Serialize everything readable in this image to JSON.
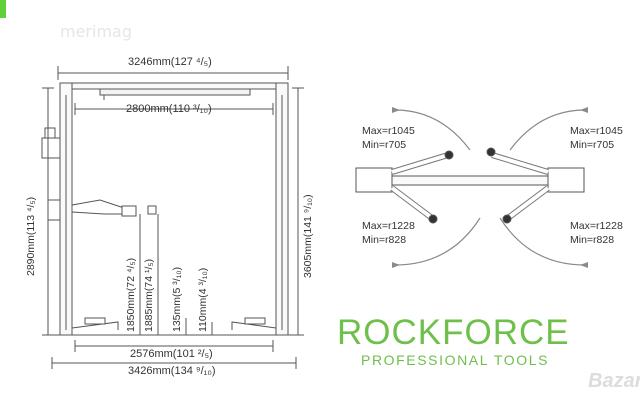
{
  "watermark": {
    "site": "merimag",
    "marketplace": "Bazar"
  },
  "colors": {
    "accent_green": "#6fc04a",
    "line": "#555555",
    "arrow": "#8a8a8a"
  },
  "dimensions": {
    "top_width": "3246mm(127 ⁴/₅)",
    "inner_width": "2800mm(110 ³/₁₀)",
    "left_height": "2890mm(113 ⁴/₅)",
    "right_height": "3605mm(141 ⁹/₁₀)",
    "lift_height_1": "1850mm(72 ⁴/₅)",
    "lift_height_2": "1885mm(74 ¹/₅)",
    "pad_height_1": "135mm(5 ³/₁₀)",
    "pad_height_2": "110mm(4 ³/₁₀)",
    "base_inner": "2576mm(101 ²/₅)",
    "base_outer": "3426mm(134 ⁹/₁₀)"
  },
  "arm_reach": {
    "top_left": {
      "max": "Max=r1045",
      "min": "Min=r705"
    },
    "top_right": {
      "max": "Max=r1045",
      "min": "Min=r705"
    },
    "bottom_left": {
      "max": "Max=r1228",
      "min": "Min=r828"
    },
    "bottom_right": {
      "max": "Max=r1228",
      "min": "Min=r828"
    }
  },
  "brand": {
    "name": "ROCKFORCE",
    "tagline": "PROFESSIONAL TOOLS"
  },
  "icons": [
    "dimension-arrow-icon",
    "rotation-arrow-icon",
    "lift-post-icon"
  ]
}
